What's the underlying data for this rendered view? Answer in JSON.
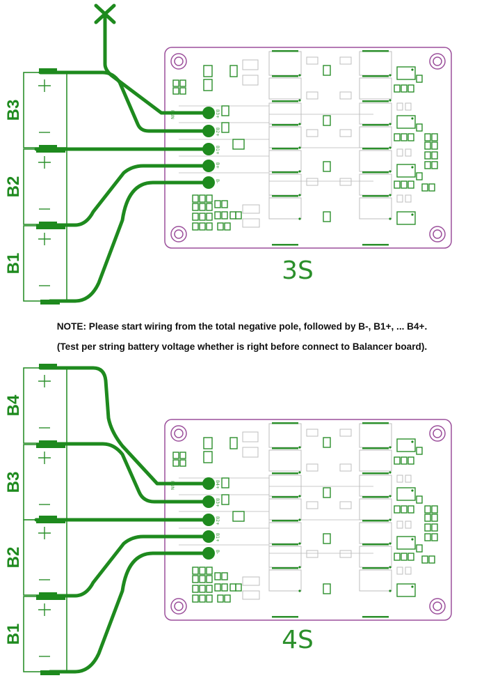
{
  "note": {
    "line1": "NOTE: Please start wiring from the total negative pole, followed by B-, B1+, ... B4+.",
    "line2": "(Test per string battery voltage whether is right before connect to Balancer board)."
  },
  "colors": {
    "wire": "#1e8a1e",
    "board_outline": "#9b4f9b",
    "component": "#2b8f2b"
  },
  "diagrams": [
    {
      "title": "3S",
      "batteries": [
        "B3",
        "B2",
        "B1"
      ],
      "pins": [
        "B3+",
        "B2+",
        "B1+",
        "B+",
        "B-"
      ],
      "unused_pin_mark": "X",
      "run_label": "RUN"
    },
    {
      "title": "4S",
      "batteries": [
        "B4",
        "B3",
        "B2",
        "B1"
      ],
      "pins": [
        "B4+",
        "B3+",
        "B2+",
        "B1+",
        "B-"
      ],
      "run_label": "RUN"
    }
  ]
}
